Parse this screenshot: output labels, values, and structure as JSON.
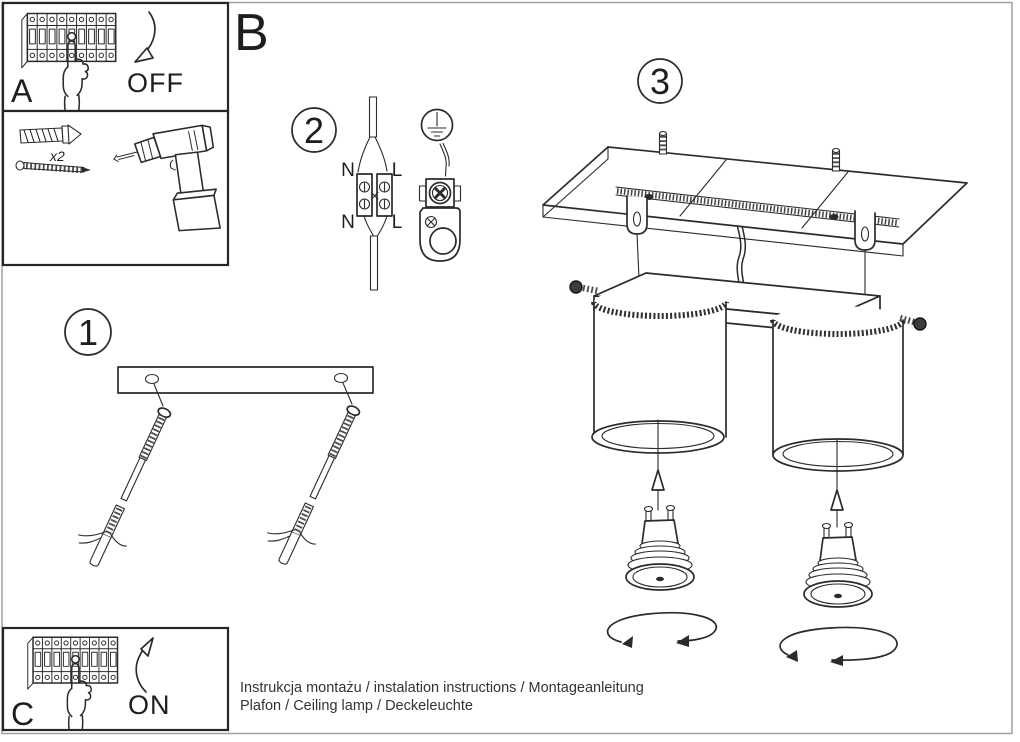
{
  "page": {
    "background": "#ffffff",
    "ink_color": "#2b2b2b",
    "page_border_color": "#a0a0a0"
  },
  "panels": {
    "a": {
      "label": "A",
      "state": "OFF"
    },
    "b": {
      "label": "B"
    },
    "c": {
      "label": "C",
      "state": "ON"
    },
    "tools": {
      "anchor_qty": "x2"
    }
  },
  "steps": {
    "one": "1",
    "two": "2",
    "three": "3"
  },
  "wiring": {
    "top_left": "N",
    "top_right": "L",
    "bottom_left": "N",
    "bottom_right": "L"
  },
  "footer": {
    "line1": "Instrukcja montażu / instalation instructions / Montageanleitung",
    "line2": "Plafon / Ceiling lamp / Deckeleuchte"
  }
}
